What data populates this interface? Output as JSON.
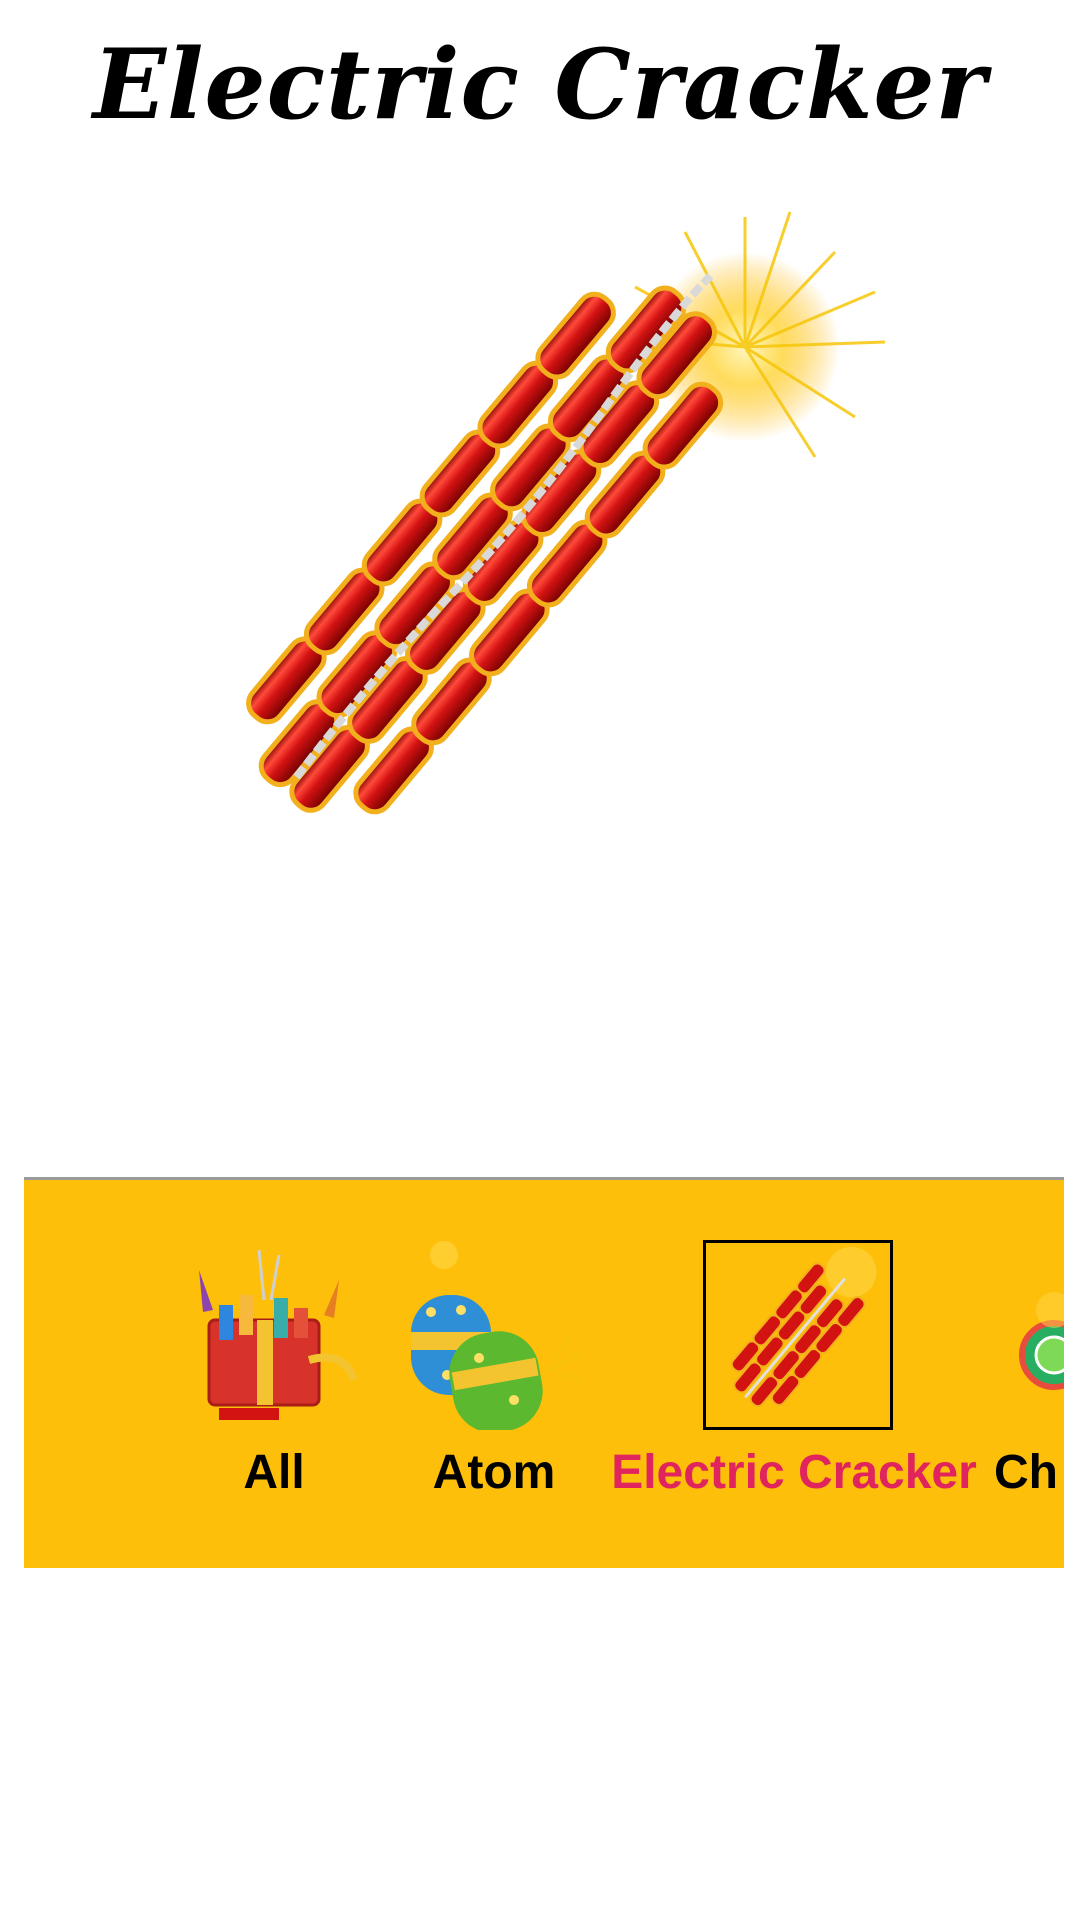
{
  "screen_title": "Electric Cracker",
  "preview": {
    "icon": "electric-cracker-bundle-icon"
  },
  "categories": [
    {
      "label": "All",
      "icon": "gift-box-fireworks-icon",
      "selected": false
    },
    {
      "label": "Atom",
      "icon": "atom-bomb-icon",
      "selected": false
    },
    {
      "label": "Electric Cracker",
      "icon": "electric-cracker-icon",
      "selected": true
    },
    {
      "label": "Ch",
      "icon": "chakri-icon",
      "selected": false
    }
  ],
  "colors": {
    "category_bar_background": "#FDBF0A",
    "active_label": "#E0245E",
    "cracker_red": "#D31212",
    "cracker_gold": "#F2B01C"
  }
}
